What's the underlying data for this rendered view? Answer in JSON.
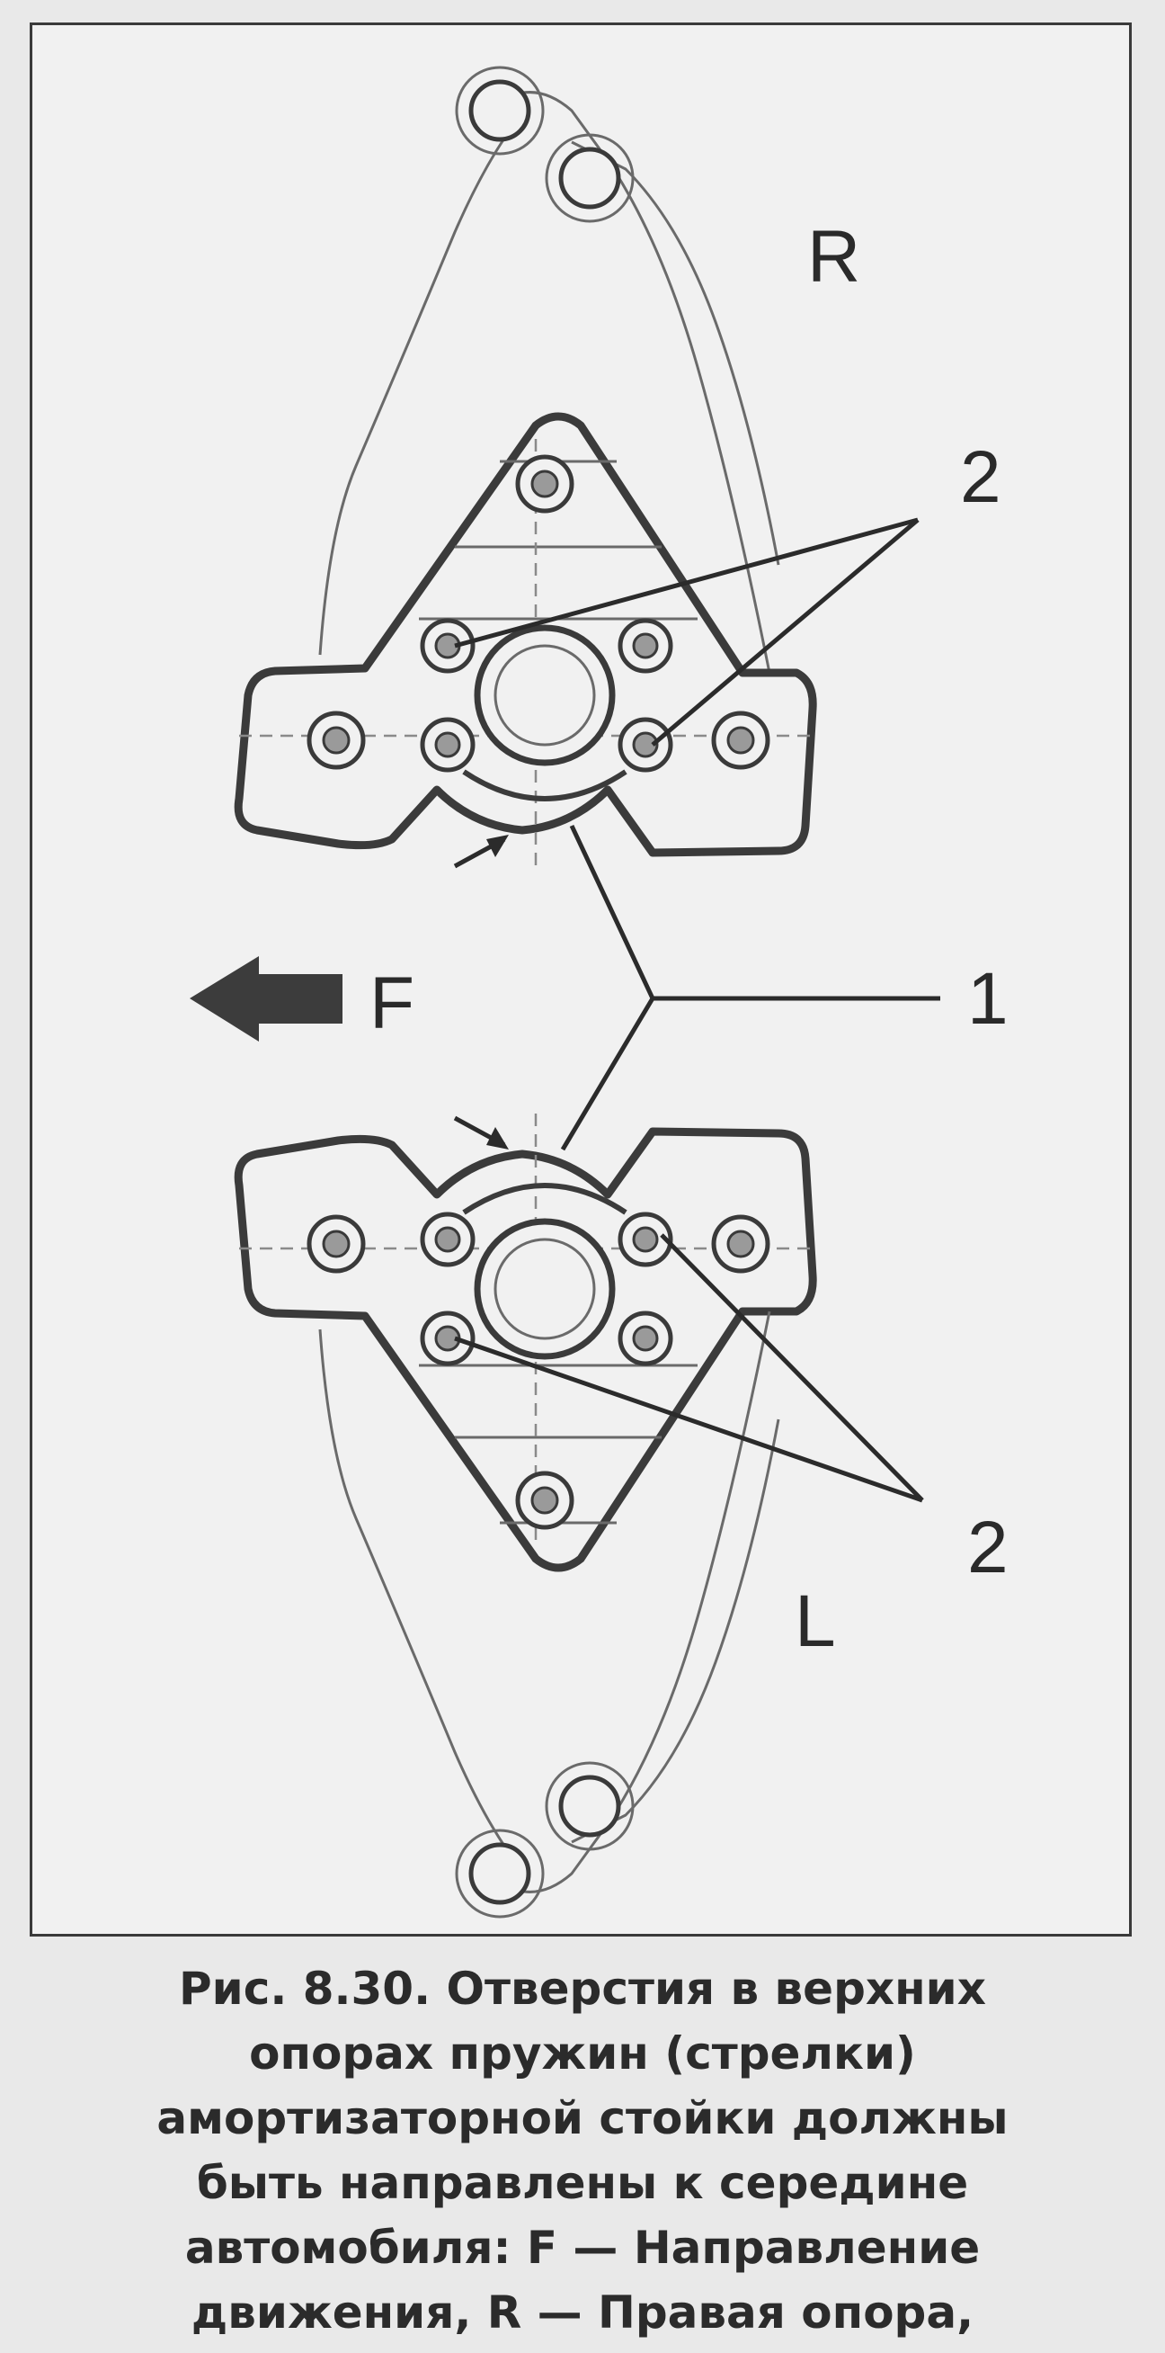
{
  "labels": {
    "r": "R",
    "l": "L",
    "f": "F",
    "part1": "1",
    "part2_top": "2",
    "part2_bottom": "2"
  },
  "caption": "Рис. 8.30. Отверстия в верхних\nопорах пружин (стрелки)\nамортизаторной стойки должны\nбыть направлены к середине\nавтомобиля: F — Направление\nдвижения, R — Правая опора,"
}
